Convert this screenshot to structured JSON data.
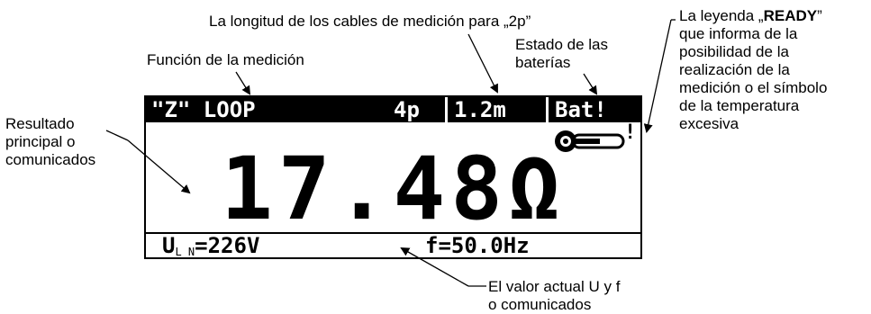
{
  "annotations": {
    "cable_length": "La longitud de los cables de medición para „2p”",
    "battery_state": [
      "Estado de las",
      "baterías"
    ],
    "function": "Función de la medición",
    "result": [
      "Resultado",
      "principal o",
      "comunicados"
    ],
    "ready_prefix": "La leyenda „",
    "ready_word": "READY",
    "ready_suffix": "”",
    "ready_rest": [
      "que informa de la",
      "posibilidad de la",
      "realización de la",
      "medición o el símbolo",
      "de la temperatura",
      "excesiva"
    ],
    "actual_value": [
      "El valor actual U y f",
      "o comunicados"
    ]
  },
  "display": {
    "function_label": "\"Z\" LOOP",
    "wire_mode": "4p",
    "cable_length": "1.2m",
    "battery": "Bat!",
    "main_value": "17.48Ω",
    "voltage_prefix": "U",
    "voltage_sub": "L N",
    "voltage_value": "=226V",
    "frequency": "f=50.0Hz",
    "ready_symbol": "!"
  },
  "colors": {
    "lcd_fg": "#000000",
    "lcd_bg": "#ffffff"
  },
  "icons": {
    "temperature": "thermometer-icon"
  }
}
